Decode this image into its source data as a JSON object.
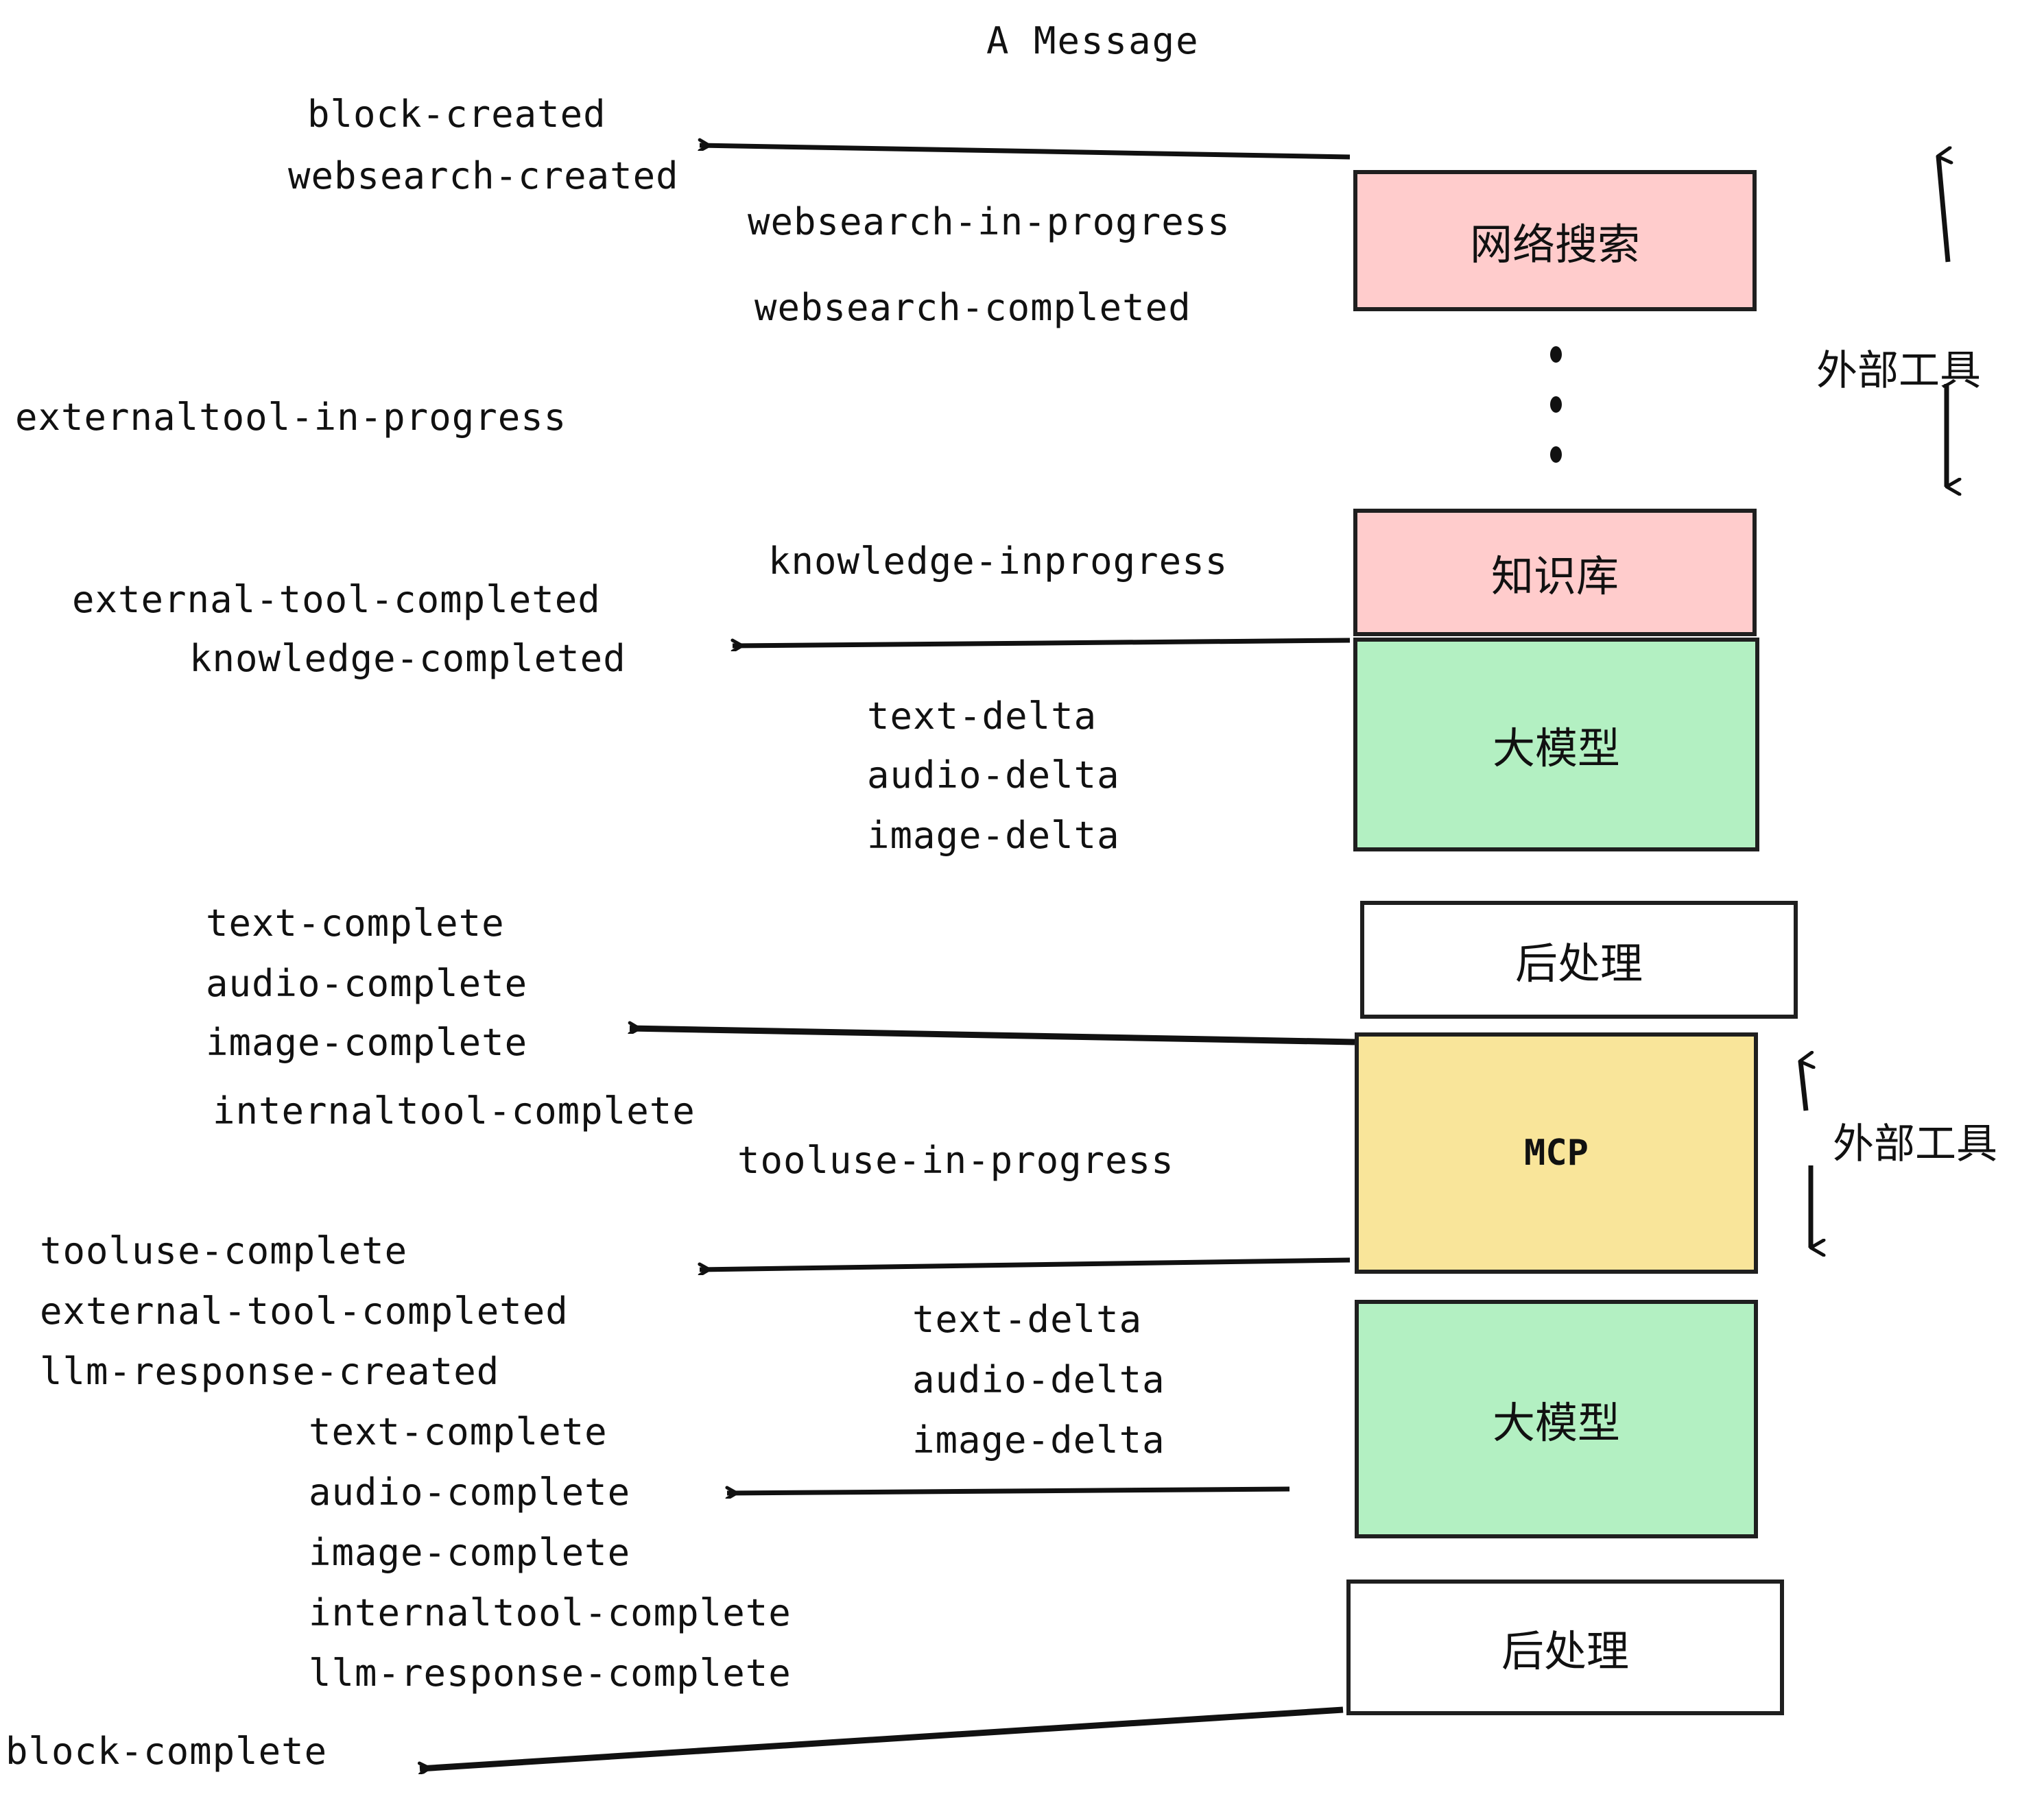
{
  "title": "A Message",
  "colors": {
    "pink": "#FFCCCC",
    "green": "#B3F0C2",
    "yellow": "#F9E59A",
    "white": "#FFFFFF",
    "border": "#1f1f1f",
    "text": "#111111"
  },
  "boxes": [
    {
      "id": "websearch",
      "label": "网络搜索",
      "fill": "#FFCCCC"
    },
    {
      "id": "knowledge",
      "label": "知识库",
      "fill": "#FFCCCC"
    },
    {
      "id": "llm-top",
      "label": "大模型",
      "fill": "#B3F0C2"
    },
    {
      "id": "postproc-top",
      "label": "后处理",
      "fill": "#FFFFFF"
    },
    {
      "id": "mcp",
      "label": "MCP",
      "fill": "#F9E59A"
    },
    {
      "id": "llm-bottom",
      "label": "大模型",
      "fill": "#B3F0C2"
    },
    {
      "id": "postproc-bottom",
      "label": "后处理",
      "fill": "#FFFFFF"
    }
  ],
  "side_labels": {
    "external_tools_top": "外部工具",
    "external_tools_bottom": "外部工具"
  },
  "events": [
    {
      "id": "e1",
      "text": "block-created"
    },
    {
      "id": "e2",
      "text": "websearch-created"
    },
    {
      "id": "e3",
      "text": "websearch-in-progress"
    },
    {
      "id": "e4",
      "text": "websearch-completed"
    },
    {
      "id": "e5",
      "text": "externaltool-in-progress"
    },
    {
      "id": "e6",
      "text": "knowledge-inprogress"
    },
    {
      "id": "e7",
      "text": "external-tool-completed"
    },
    {
      "id": "e8",
      "text": "knowledge-completed"
    },
    {
      "id": "e9",
      "text": "text-delta"
    },
    {
      "id": "e10",
      "text": "audio-delta"
    },
    {
      "id": "e11",
      "text": "image-delta"
    },
    {
      "id": "e12",
      "text": "text-complete"
    },
    {
      "id": "e13",
      "text": "audio-complete"
    },
    {
      "id": "e14",
      "text": "image-complete"
    },
    {
      "id": "e15",
      "text": "internaltool-complete"
    },
    {
      "id": "e16",
      "text": "tooluse-in-progress"
    },
    {
      "id": "e17",
      "text": "tooluse-complete"
    },
    {
      "id": "e18",
      "text": "external-tool-completed"
    },
    {
      "id": "e19",
      "text": "llm-response-created"
    },
    {
      "id": "e20",
      "text": "text-complete"
    },
    {
      "id": "e21",
      "text": "audio-complete"
    },
    {
      "id": "e22",
      "text": "image-complete"
    },
    {
      "id": "e23",
      "text": "internaltool-complete"
    },
    {
      "id": "e24",
      "text": "llm-response-complete"
    },
    {
      "id": "e25",
      "text": "text-delta"
    },
    {
      "id": "e26",
      "text": "audio-delta"
    },
    {
      "id": "e27",
      "text": "image-delta"
    },
    {
      "id": "e28",
      "text": "block-complete"
    }
  ]
}
